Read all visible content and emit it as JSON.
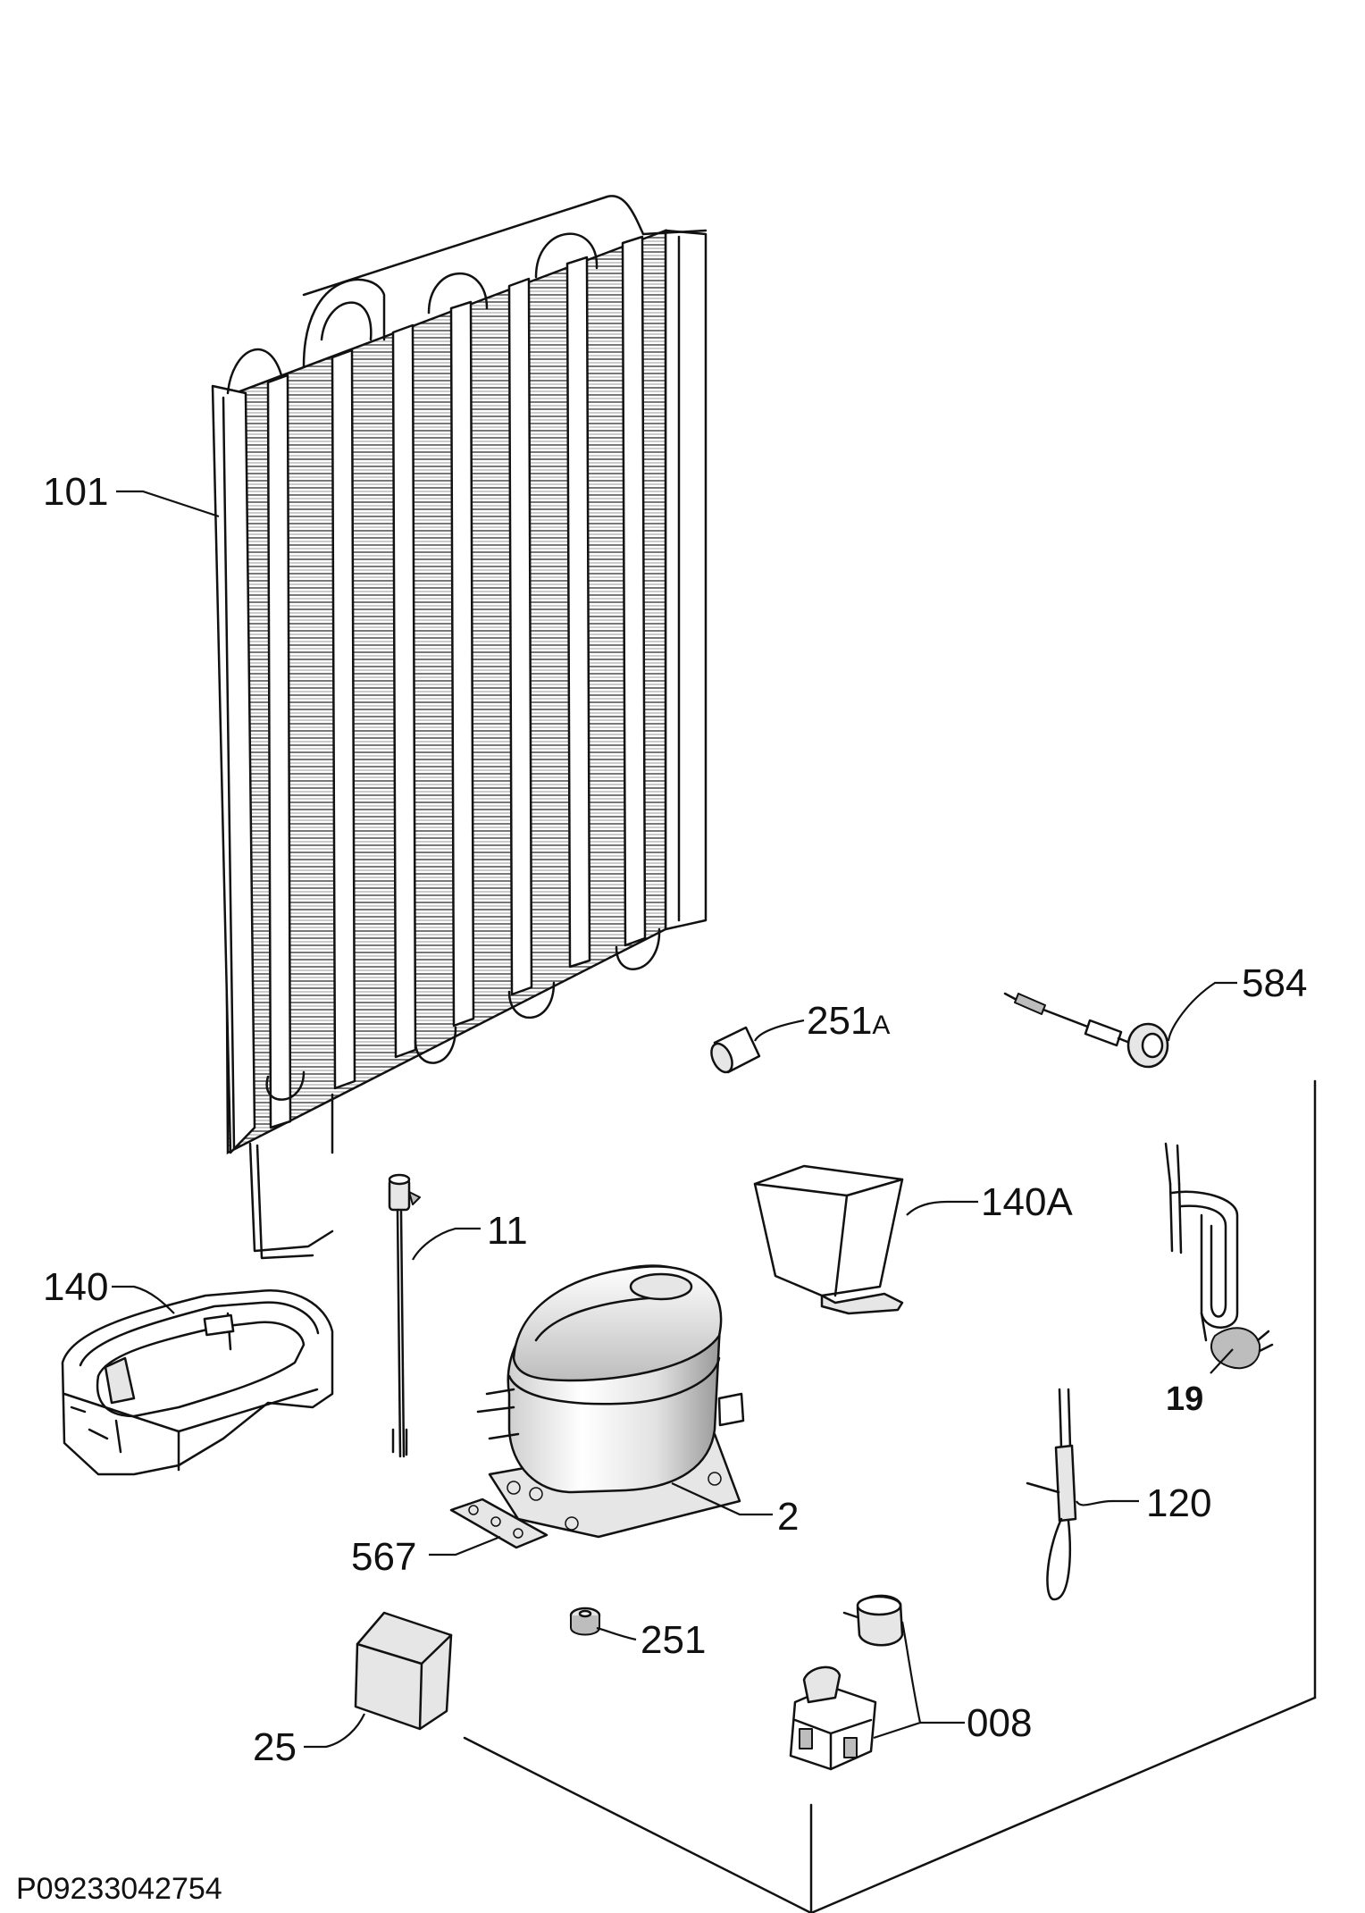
{
  "labels": {
    "p101": "101",
    "p251A_num": "251",
    "p251A_suf": "A",
    "p584": "584",
    "p140A": "140A",
    "p11": "11",
    "p140": "140",
    "p19": "19",
    "p2": "2",
    "p120": "120",
    "p567": "567",
    "p251": "251",
    "p008": "008",
    "p25": "25"
  },
  "reference": "P09233042754"
}
